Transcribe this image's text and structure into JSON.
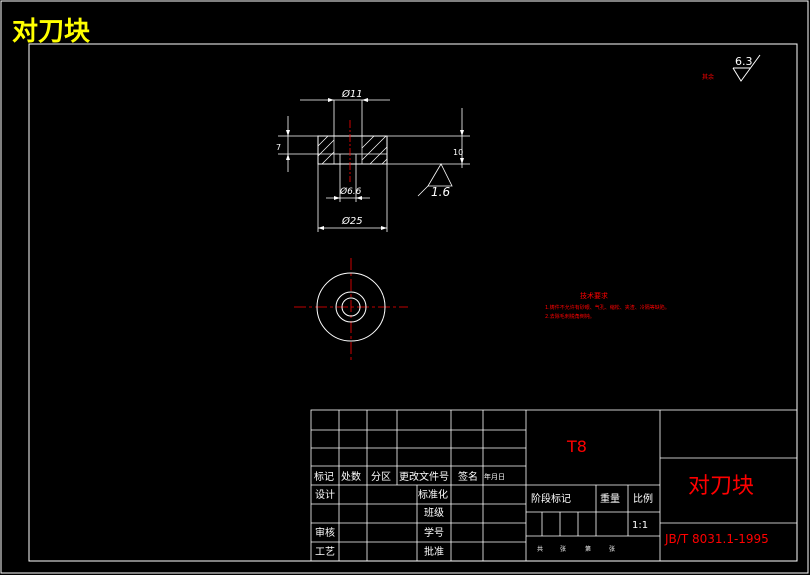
{
  "drawing": {
    "corner_title": "对刀块",
    "surface_roughness_general": "6.3",
    "roughness_note": "其余",
    "roughness_local": "1.6",
    "dimensions": {
      "top_dia": "Ø11",
      "thickness": "7",
      "height": "10",
      "hole_dia": "Ø6.6",
      "outer_dia": "Ø25"
    },
    "tech_requirements": {
      "title": "技术要求",
      "items": [
        "1.铸件不允许有砂眼、气孔、缩松、夹渣、冷隔等缺陷。",
        "2.去除毛刺锐角倒钝。"
      ]
    }
  },
  "title_block": {
    "material": "T8",
    "part_name": "对刀块",
    "standard": "JB/T 8031.1-1995",
    "scale": "1:1",
    "rev_headers": [
      "标记",
      "处数",
      "分区",
      "更改文件号",
      "签名",
      "年月日"
    ],
    "rows": {
      "design": "设计",
      "standardize": "标准化",
      "class": "班级",
      "review": "审核",
      "student_no": "学号",
      "process": "工艺",
      "approve": "批准"
    },
    "right_headers": [
      "阶段标记",
      "重量",
      "比例"
    ],
    "sheet_line": [
      "共",
      "张",
      "第",
      "张"
    ]
  }
}
